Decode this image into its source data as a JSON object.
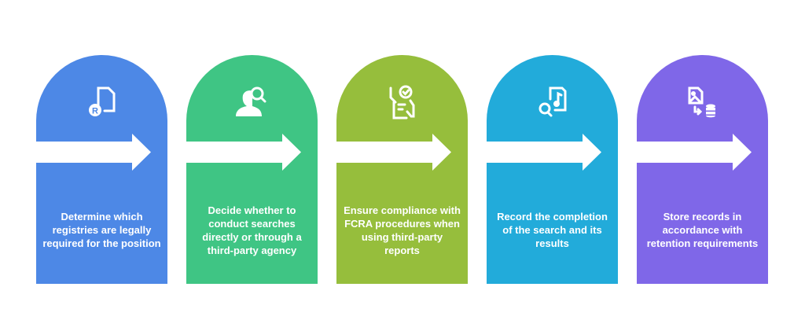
{
  "steps": [
    {
      "text": "Determine which registries are legally required for the position",
      "icon": "registry-document-icon",
      "color": "#4D88E6"
    },
    {
      "text": "Decide whether to conduct searches directly or through a third-party agency",
      "icon": "person-search-icon",
      "color": "#3FC584"
    },
    {
      "text": "Ensure compliance with FCRA procedures when using third-party reports",
      "icon": "compliance-checklist-icon",
      "color": "#96BE3C"
    },
    {
      "text": "Record the completion of the search and its results",
      "icon": "record-search-icon",
      "color": "#22ABDA"
    },
    {
      "text": "Store records in accordance with retention requirements",
      "icon": "records-database-icon",
      "color": "#7F67E8"
    }
  ]
}
